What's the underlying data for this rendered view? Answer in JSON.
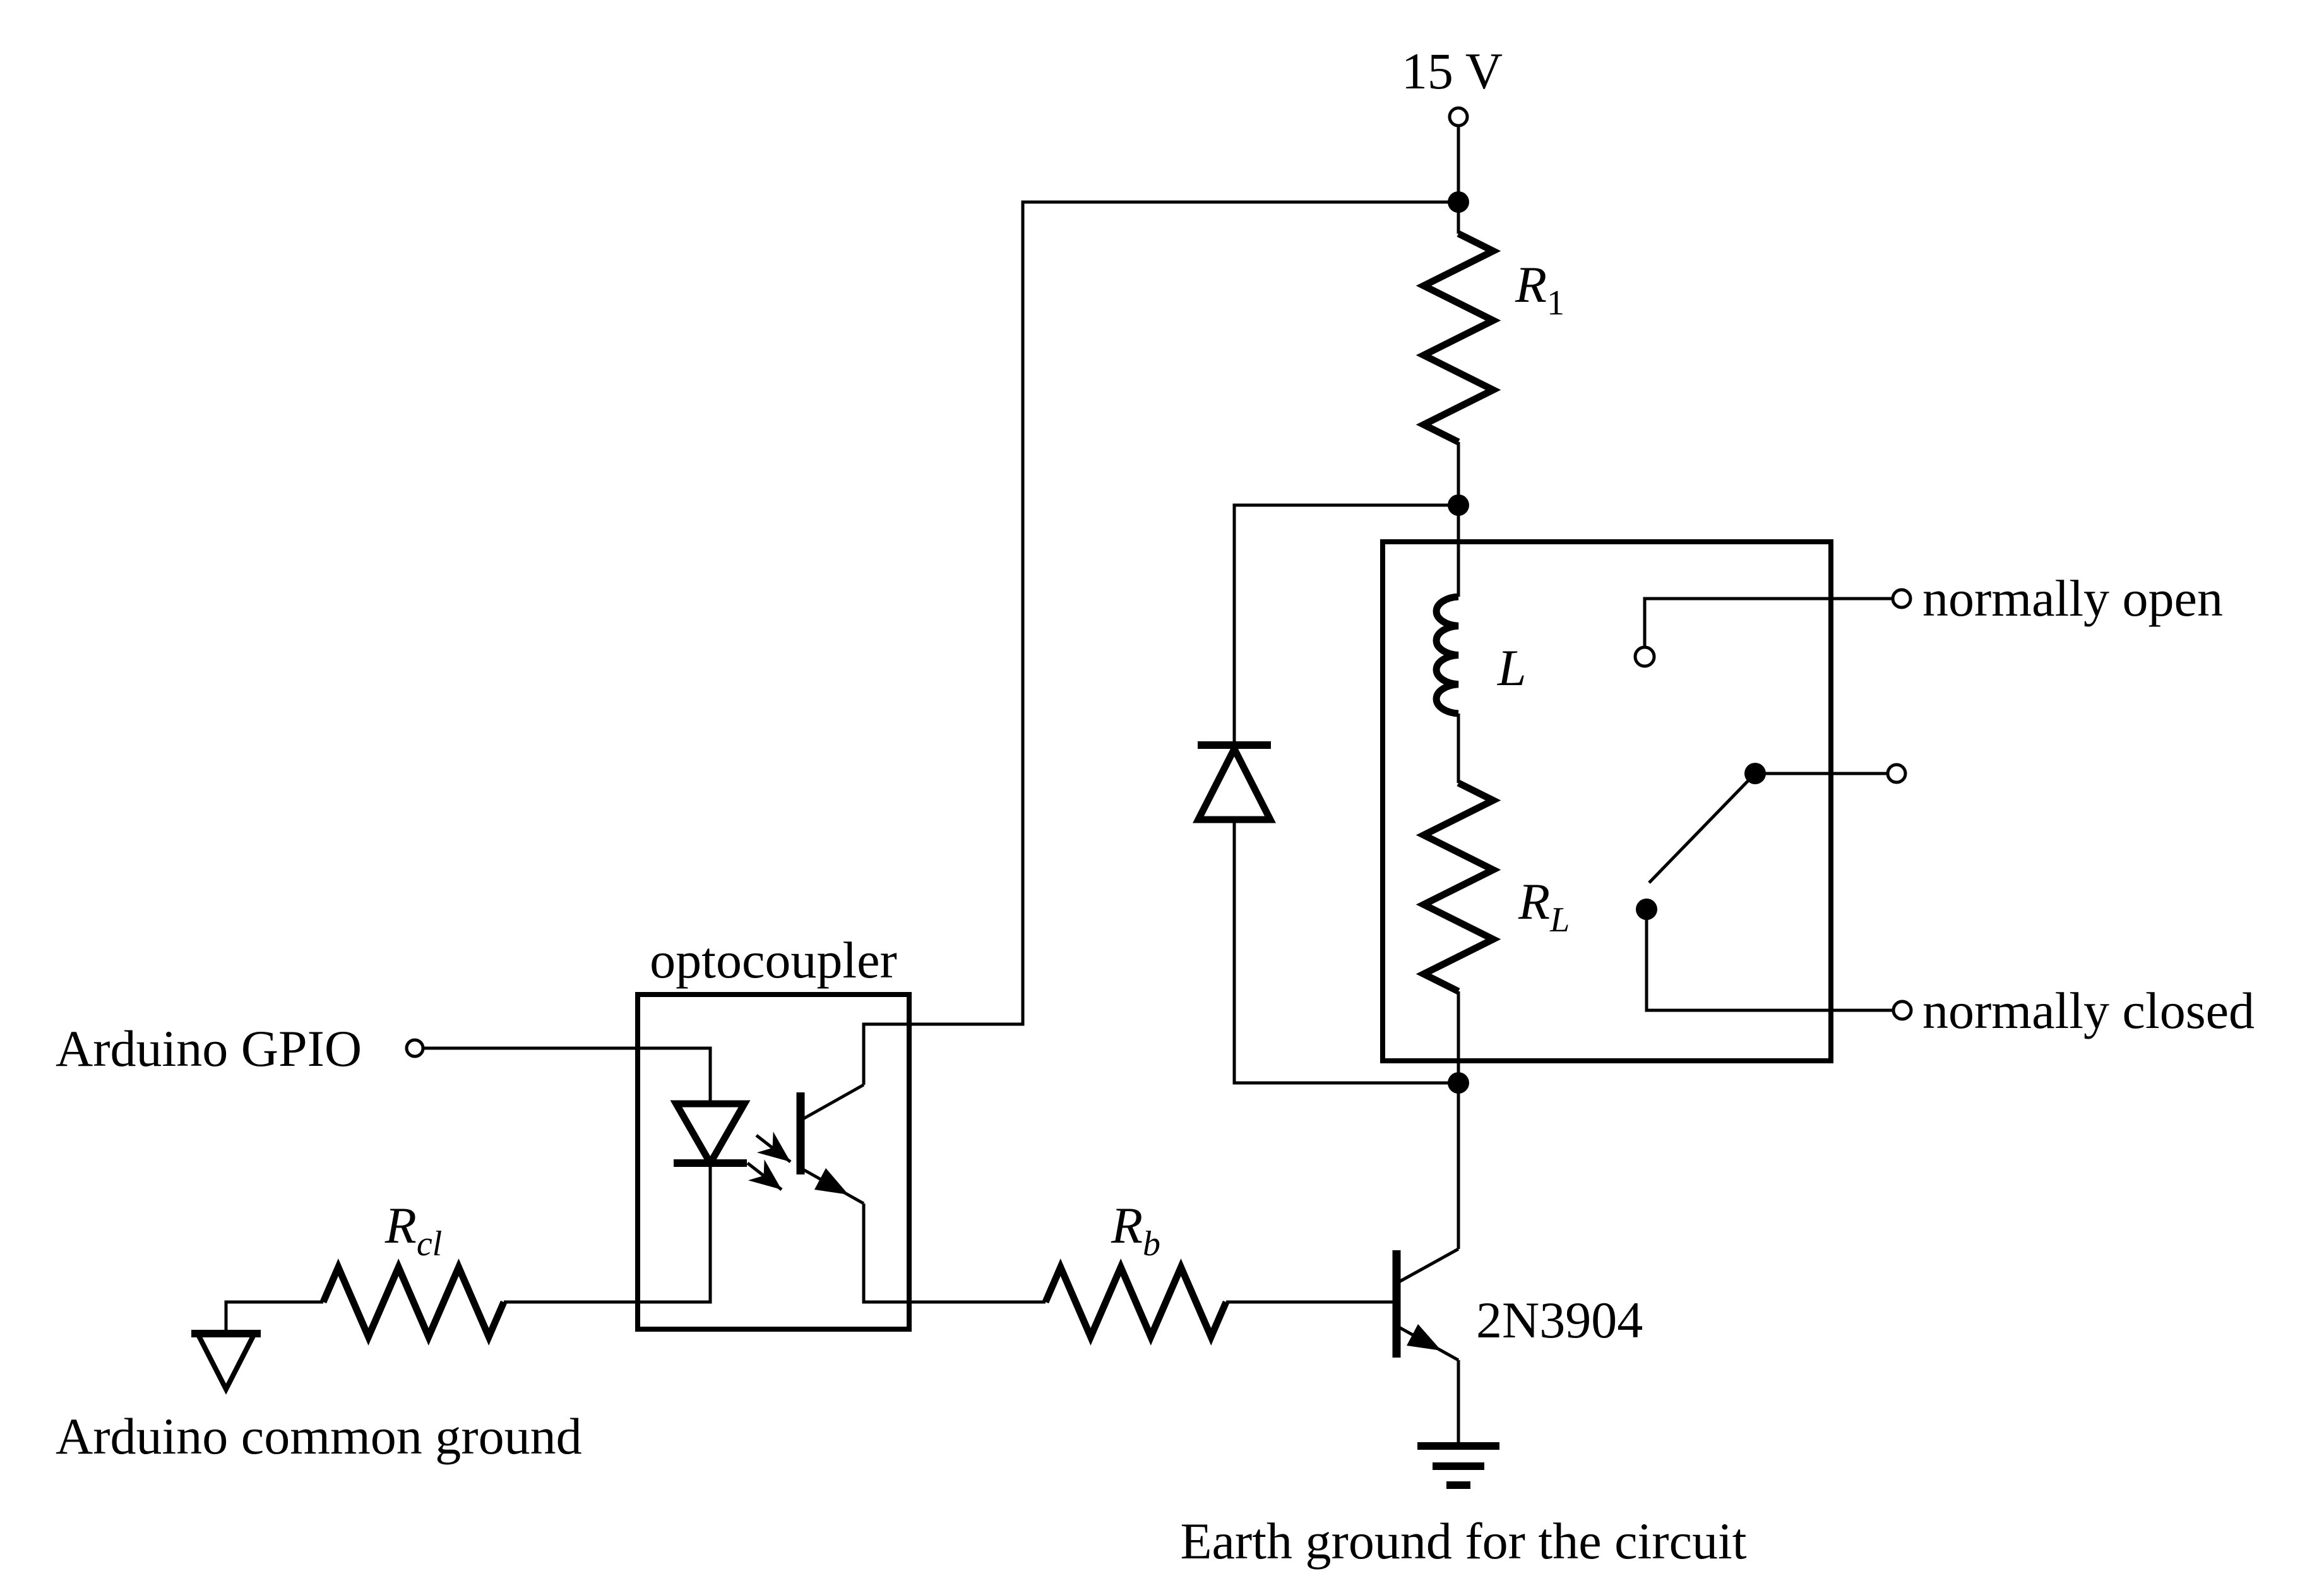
{
  "page": {
    "background": "#ffffff",
    "ink": "#000000"
  },
  "labels": {
    "supply": "15 V",
    "r1": {
      "base": "R",
      "sub": "1"
    },
    "inductor": "L",
    "rl": {
      "base": "R",
      "sub": "L"
    },
    "relay_no": "normally open",
    "relay_nc": "normally closed",
    "optocoupler": "optocoupler",
    "arduino_gpio": "Arduino GPIO",
    "rcl": {
      "base": "R",
      "sub": "cl"
    },
    "arduino_ground": "Arduino common ground",
    "rb": {
      "base": "R",
      "sub": "b"
    },
    "transistor": "2N3904",
    "earth_ground": "Earth ground for the circuit"
  }
}
